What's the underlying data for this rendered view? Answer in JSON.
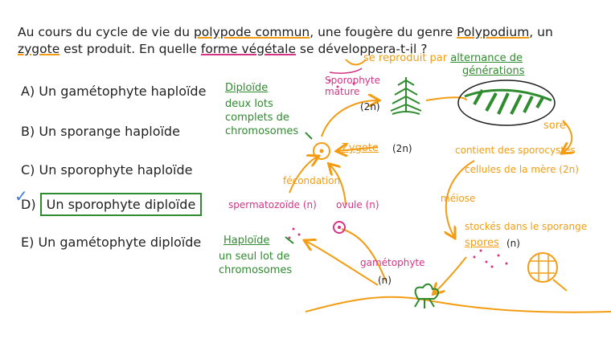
{
  "question": {
    "part1": "Au cours du cycle de vie du ",
    "polypode": "polypode commun",
    "part2": ", une fougère du genre ",
    "genre": "Polypodium",
    "part3": ", un ",
    "zygote": "zygote",
    "part4": " est produit. En quelle ",
    "forme": "forme végétale",
    "part5": " se développera-t-il ?"
  },
  "options": [
    {
      "letter": "A)",
      "text": "Un gamétophyte haploïde"
    },
    {
      "letter": "B)",
      "text": "Un sporange haploïde"
    },
    {
      "letter": "C)",
      "text": "Un sporophyte haploïde"
    },
    {
      "letter": "D)",
      "text": "Un sporophyte diploïde"
    },
    {
      "letter": "E)",
      "text": "Un gamétophyte diploïde"
    }
  ],
  "check_mark": "✓",
  "diagram": {
    "alternance_prefix": "se reproduit par ",
    "alternance": "alternance de",
    "generations": "générations",
    "sporophyte_mature": "Sporophyte mature",
    "sporophyte_2n": "(2n)",
    "diploide": "Diploïde",
    "diploide_desc": "deux lots complets de chromosomes",
    "zygote": "Zygote",
    "zygote_2n": "(2n)",
    "sore": "sore",
    "contient": "contient des sporocystes",
    "cellules": "cellules de la mère (2n)",
    "fecondation": "fécondation",
    "spermatozoide": "spermatozoïde (n)",
    "ovule": "ovule (n)",
    "meiose": "méiose",
    "stockes": "stockés dans le sporange",
    "spores": "spores",
    "spores_n": "(n)",
    "haploide": "Haploïde",
    "haploide_desc": "un seul lot de chromosomes",
    "gametophyte": "gamétophyte",
    "gametophyte_n": "(n)"
  }
}
